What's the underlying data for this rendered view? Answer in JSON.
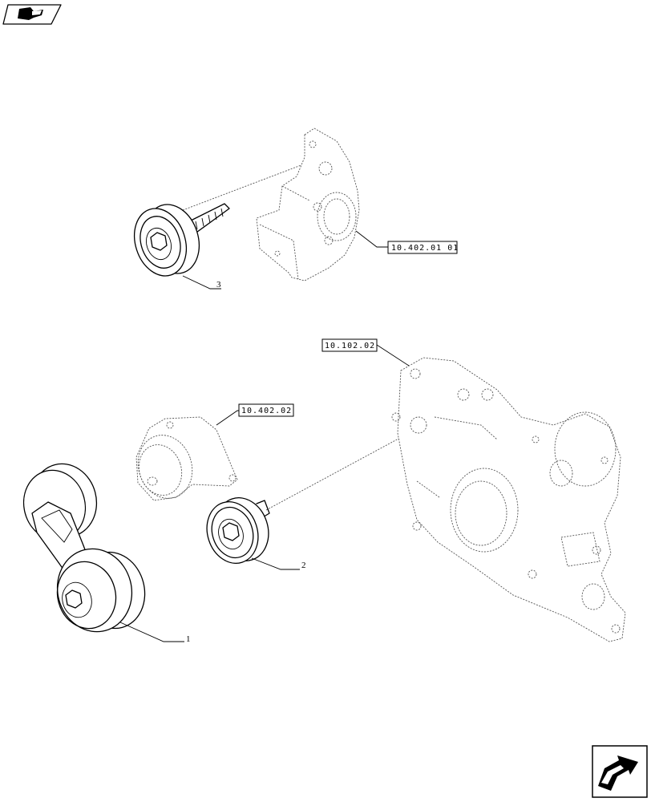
{
  "references": {
    "ref_top": "10.402.01 01",
    "ref_middle": "10.402.02",
    "ref_right": "10.102.02"
  },
  "callouts": {
    "item_1": "1",
    "item_2": "2",
    "item_3": "3"
  },
  "icons": {
    "top_left": "book-arrow-icon",
    "bottom_right": "next-page-arrow-icon"
  }
}
